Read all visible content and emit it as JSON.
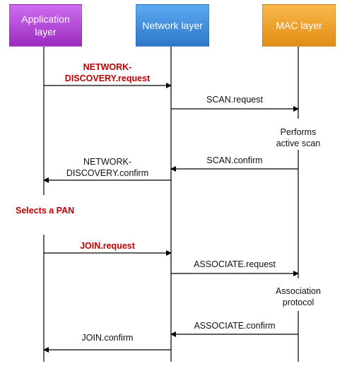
{
  "lifelines": {
    "application": "Application\nlayer",
    "network": "Network layer",
    "mac": "MAC layer"
  },
  "messages": {
    "network_discovery_request": "NETWORK-\nDISCOVERY.request",
    "scan_request": "SCAN.request",
    "scan_confirm": "SCAN.confirm",
    "network_discovery_confirm": "NETWORK-\nDISCOVERY.confirm",
    "join_request": "JOIN.request",
    "associate_request": "ASSOCIATE.request",
    "associate_confirm": "ASSOCIATE.confirm",
    "join_confirm": "JOIN.confirm"
  },
  "notes": {
    "performs_active_scan": "Performs\nactive scan",
    "selects_a_pan": "Selects a PAN",
    "association_protocol": "Association\nprotocol"
  },
  "colors": {
    "application": "#b44fd8",
    "network": "#3a8ee0",
    "mac": "#f0a22e",
    "emphasis": "#c00000",
    "line": "#000000"
  }
}
